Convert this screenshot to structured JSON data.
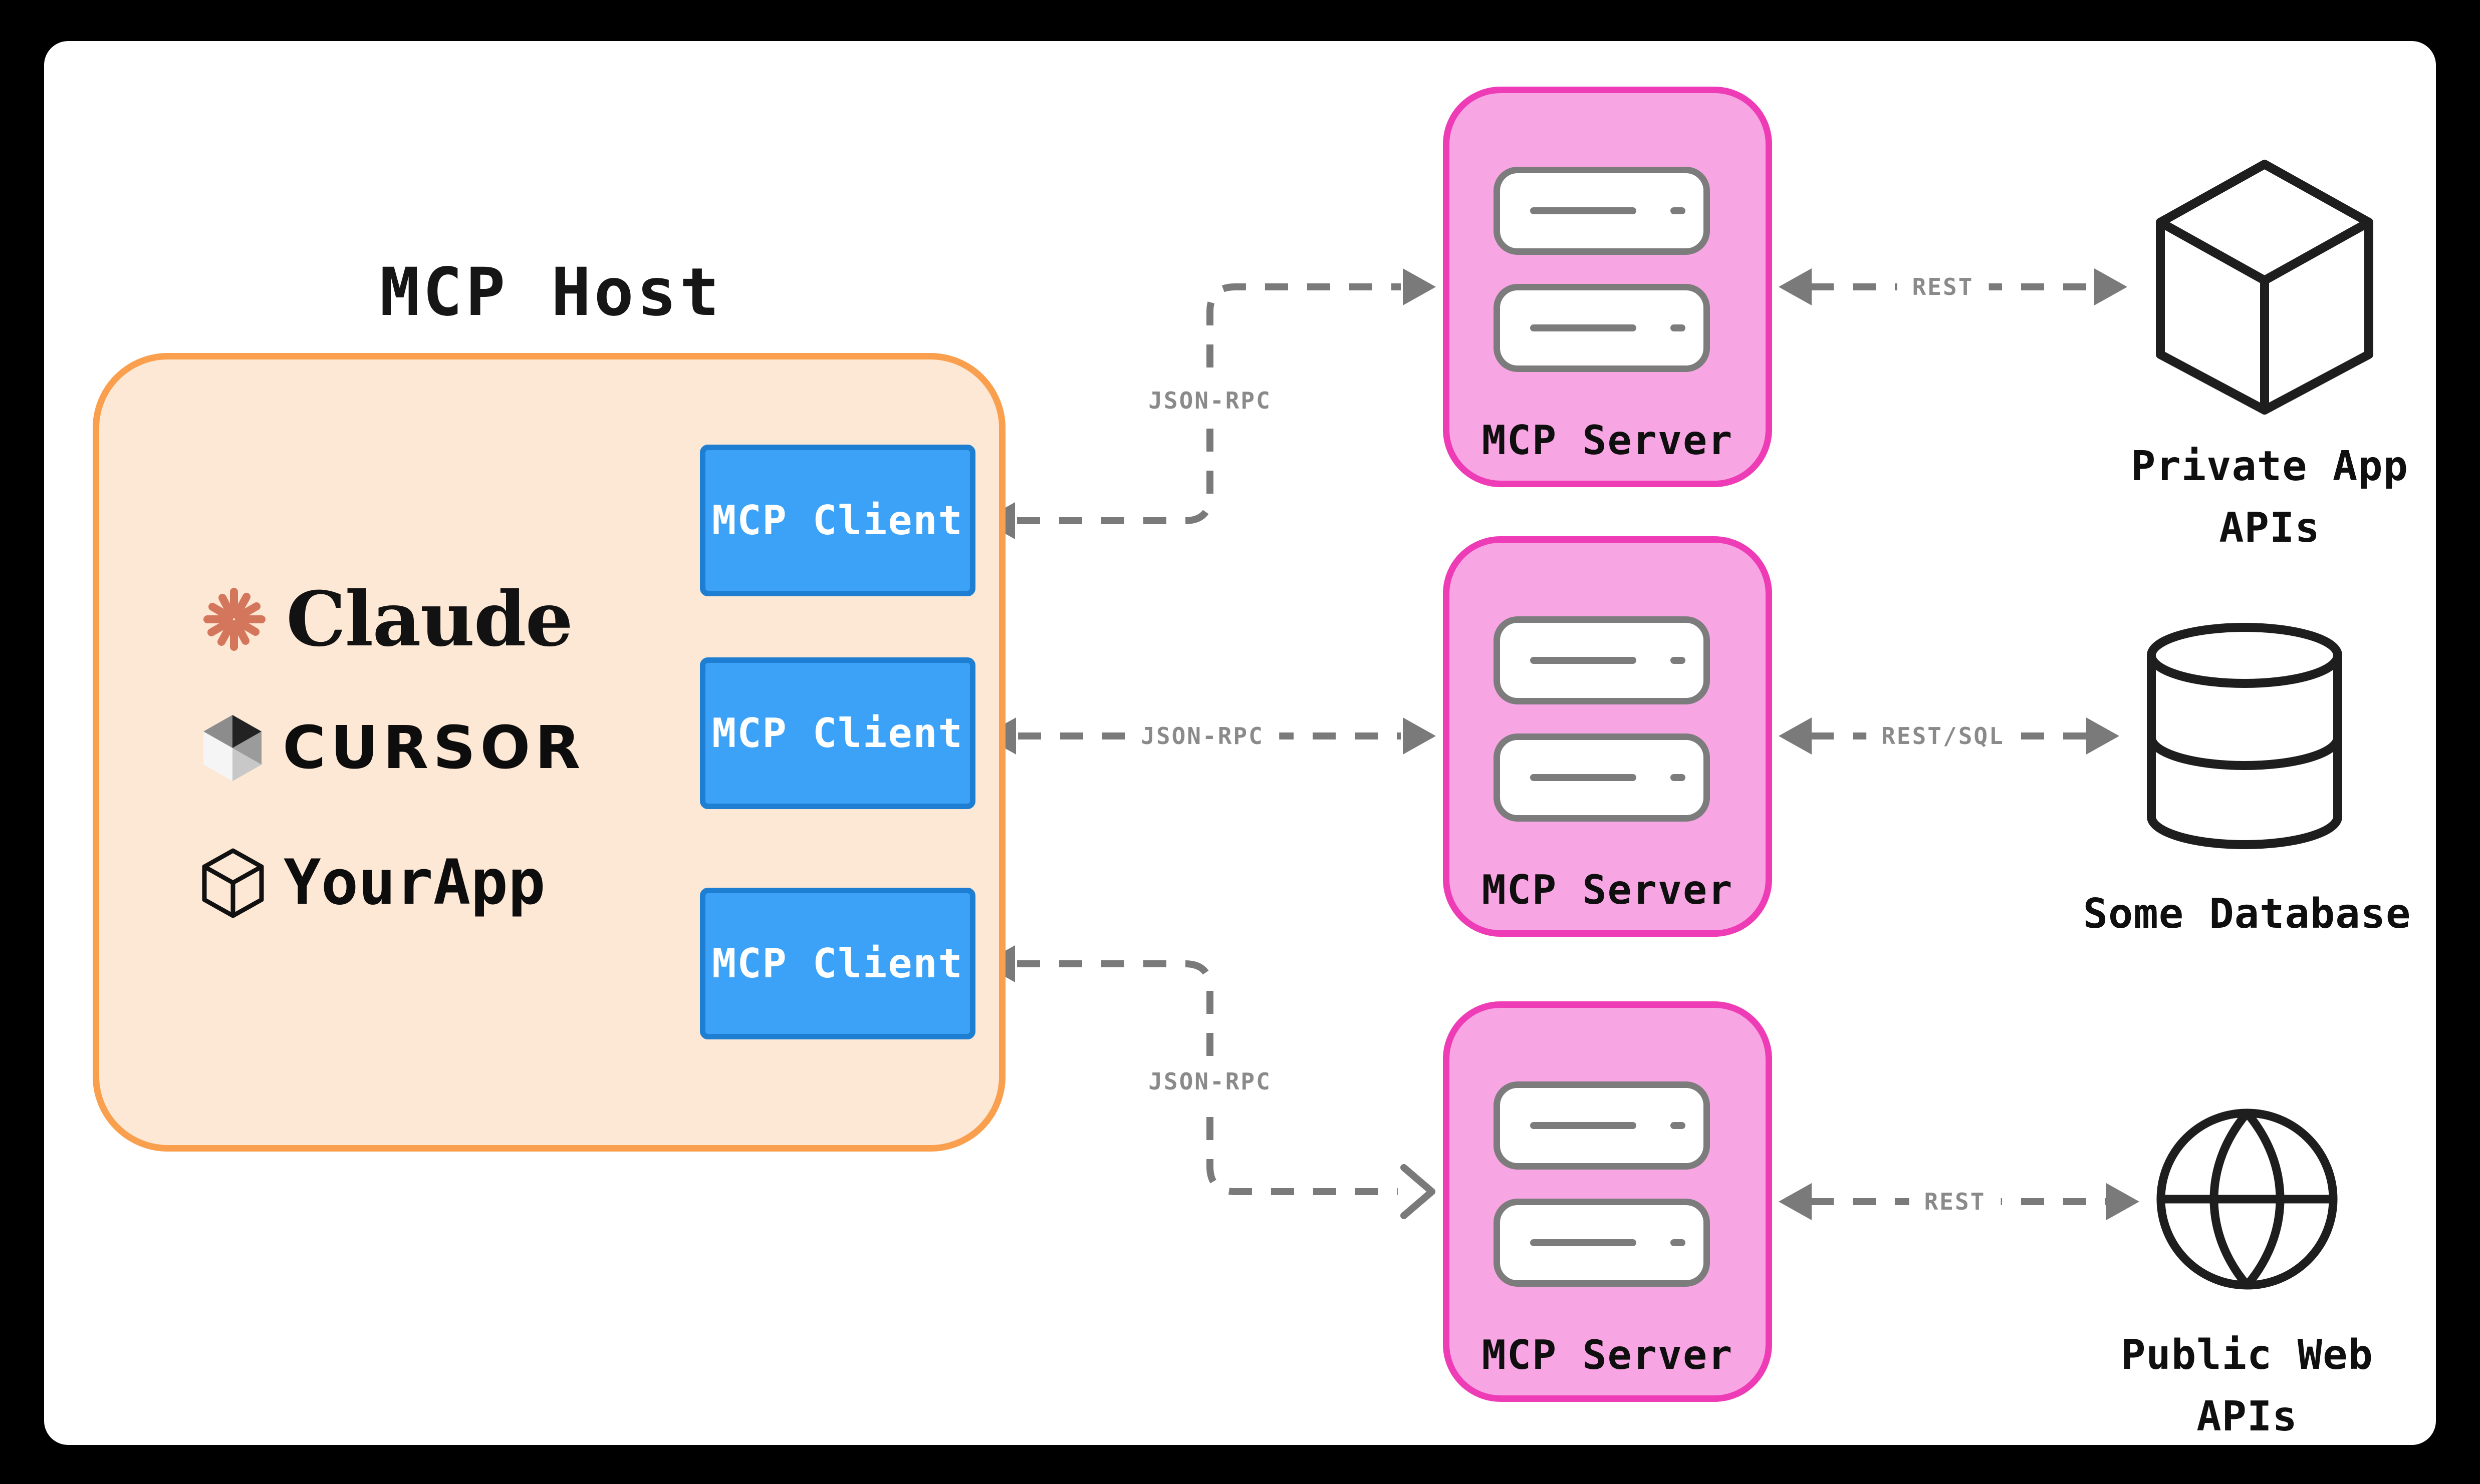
{
  "host": {
    "title": "MCP Host",
    "apps": [
      {
        "name": "Claude",
        "icon": "claude-starburst-icon"
      },
      {
        "name": "CURSOR",
        "icon": "cursor-cube-icon"
      },
      {
        "name": "YourApp",
        "icon": "package-cube-icon"
      }
    ],
    "clients": [
      {
        "label": "MCP Client"
      },
      {
        "label": "MCP Client"
      },
      {
        "label": "MCP Client"
      }
    ]
  },
  "servers": [
    {
      "label": "MCP Server"
    },
    {
      "label": "MCP Server"
    },
    {
      "label": "MCP Server"
    }
  ],
  "resources": [
    {
      "line1": "Private App",
      "line2": "APIs",
      "icon": "cube-icon"
    },
    {
      "line1": "Some Database",
      "line2": "",
      "icon": "database-icon"
    },
    {
      "line1": "Public Web",
      "line2": "APIs",
      "icon": "globe-icon"
    }
  ],
  "connections": {
    "left": [
      {
        "label": "JSON-RPC"
      },
      {
        "label": "JSON-RPC"
      },
      {
        "label": "JSON-RPC"
      }
    ],
    "right": [
      {
        "label": "REST"
      },
      {
        "label": "REST/SQL"
      },
      {
        "label": "REST"
      }
    ]
  },
  "colors": {
    "background": "#000000",
    "canvas": "#FFFFFF",
    "host_fill": "#FCE8D5",
    "host_border": "#F99F4D",
    "client_fill": "#3BA2F7",
    "client_border": "#1E7FD2",
    "client_text": "#FFFFFF",
    "server_fill": "#F8A6E3",
    "server_border": "#EE3CB6",
    "server_unit_gray": "#7C7C7C",
    "arrow_gray": "#7A7A7A",
    "conn_label_gray": "#8A8A8A",
    "claude_accent": "#D4765C",
    "text_black": "#121212"
  }
}
